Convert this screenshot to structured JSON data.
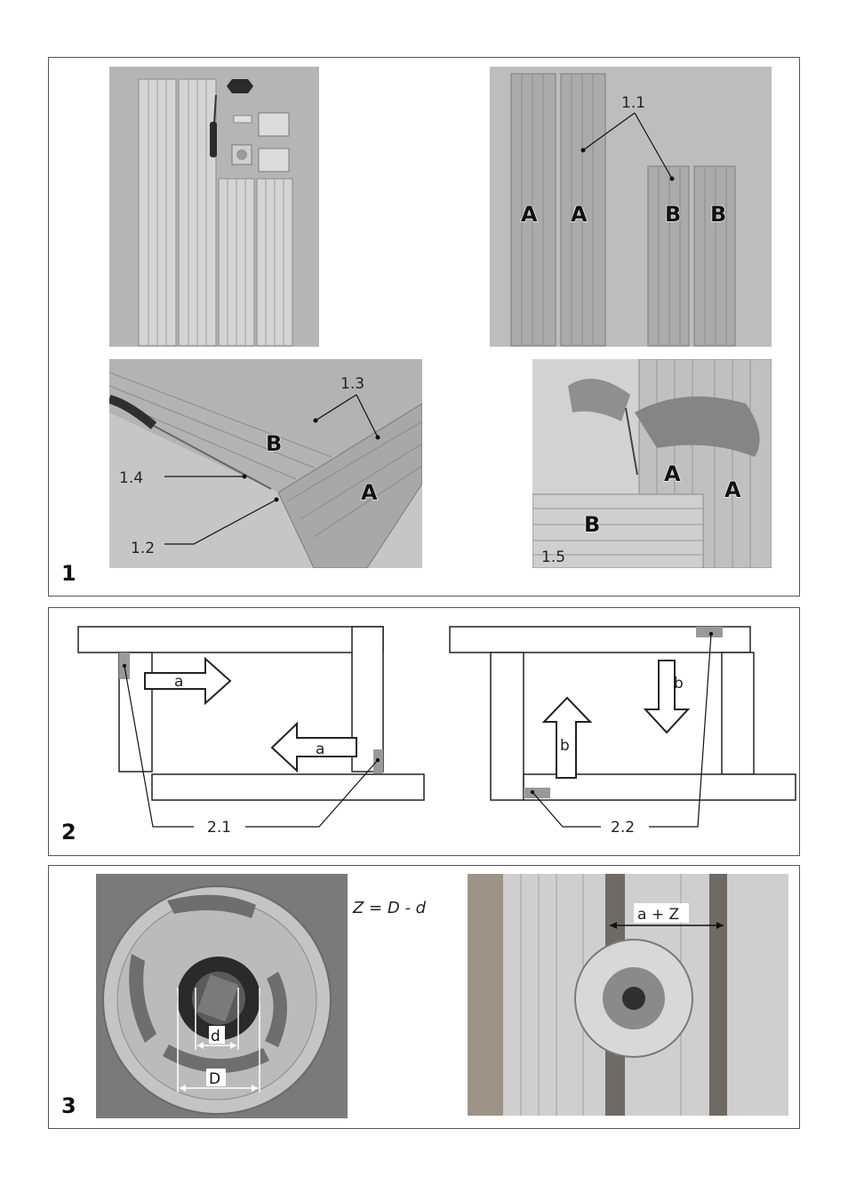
{
  "figures": {
    "fig1": {
      "number": "1",
      "callouts": {
        "c11": "1.1",
        "c12": "1.2",
        "c13": "1.3",
        "c14": "1.4",
        "c15": "1.5"
      },
      "part_labels": {
        "a": "A",
        "b": "B"
      }
    },
    "fig2": {
      "number": "2",
      "arrows": {
        "a": "a",
        "b": "b"
      },
      "callouts": {
        "c21": "2.1",
        "c22": "2.2"
      }
    },
    "fig3": {
      "number": "3",
      "dims": {
        "d": "d",
        "D": "D",
        "aZ": "a + Z"
      },
      "formula": "Z = D - d"
    }
  },
  "colors": {
    "border": "#555555",
    "photo_gray": "#9a9a9a",
    "rail_light": "#c9c9c9",
    "marker_gray": "#999999"
  }
}
